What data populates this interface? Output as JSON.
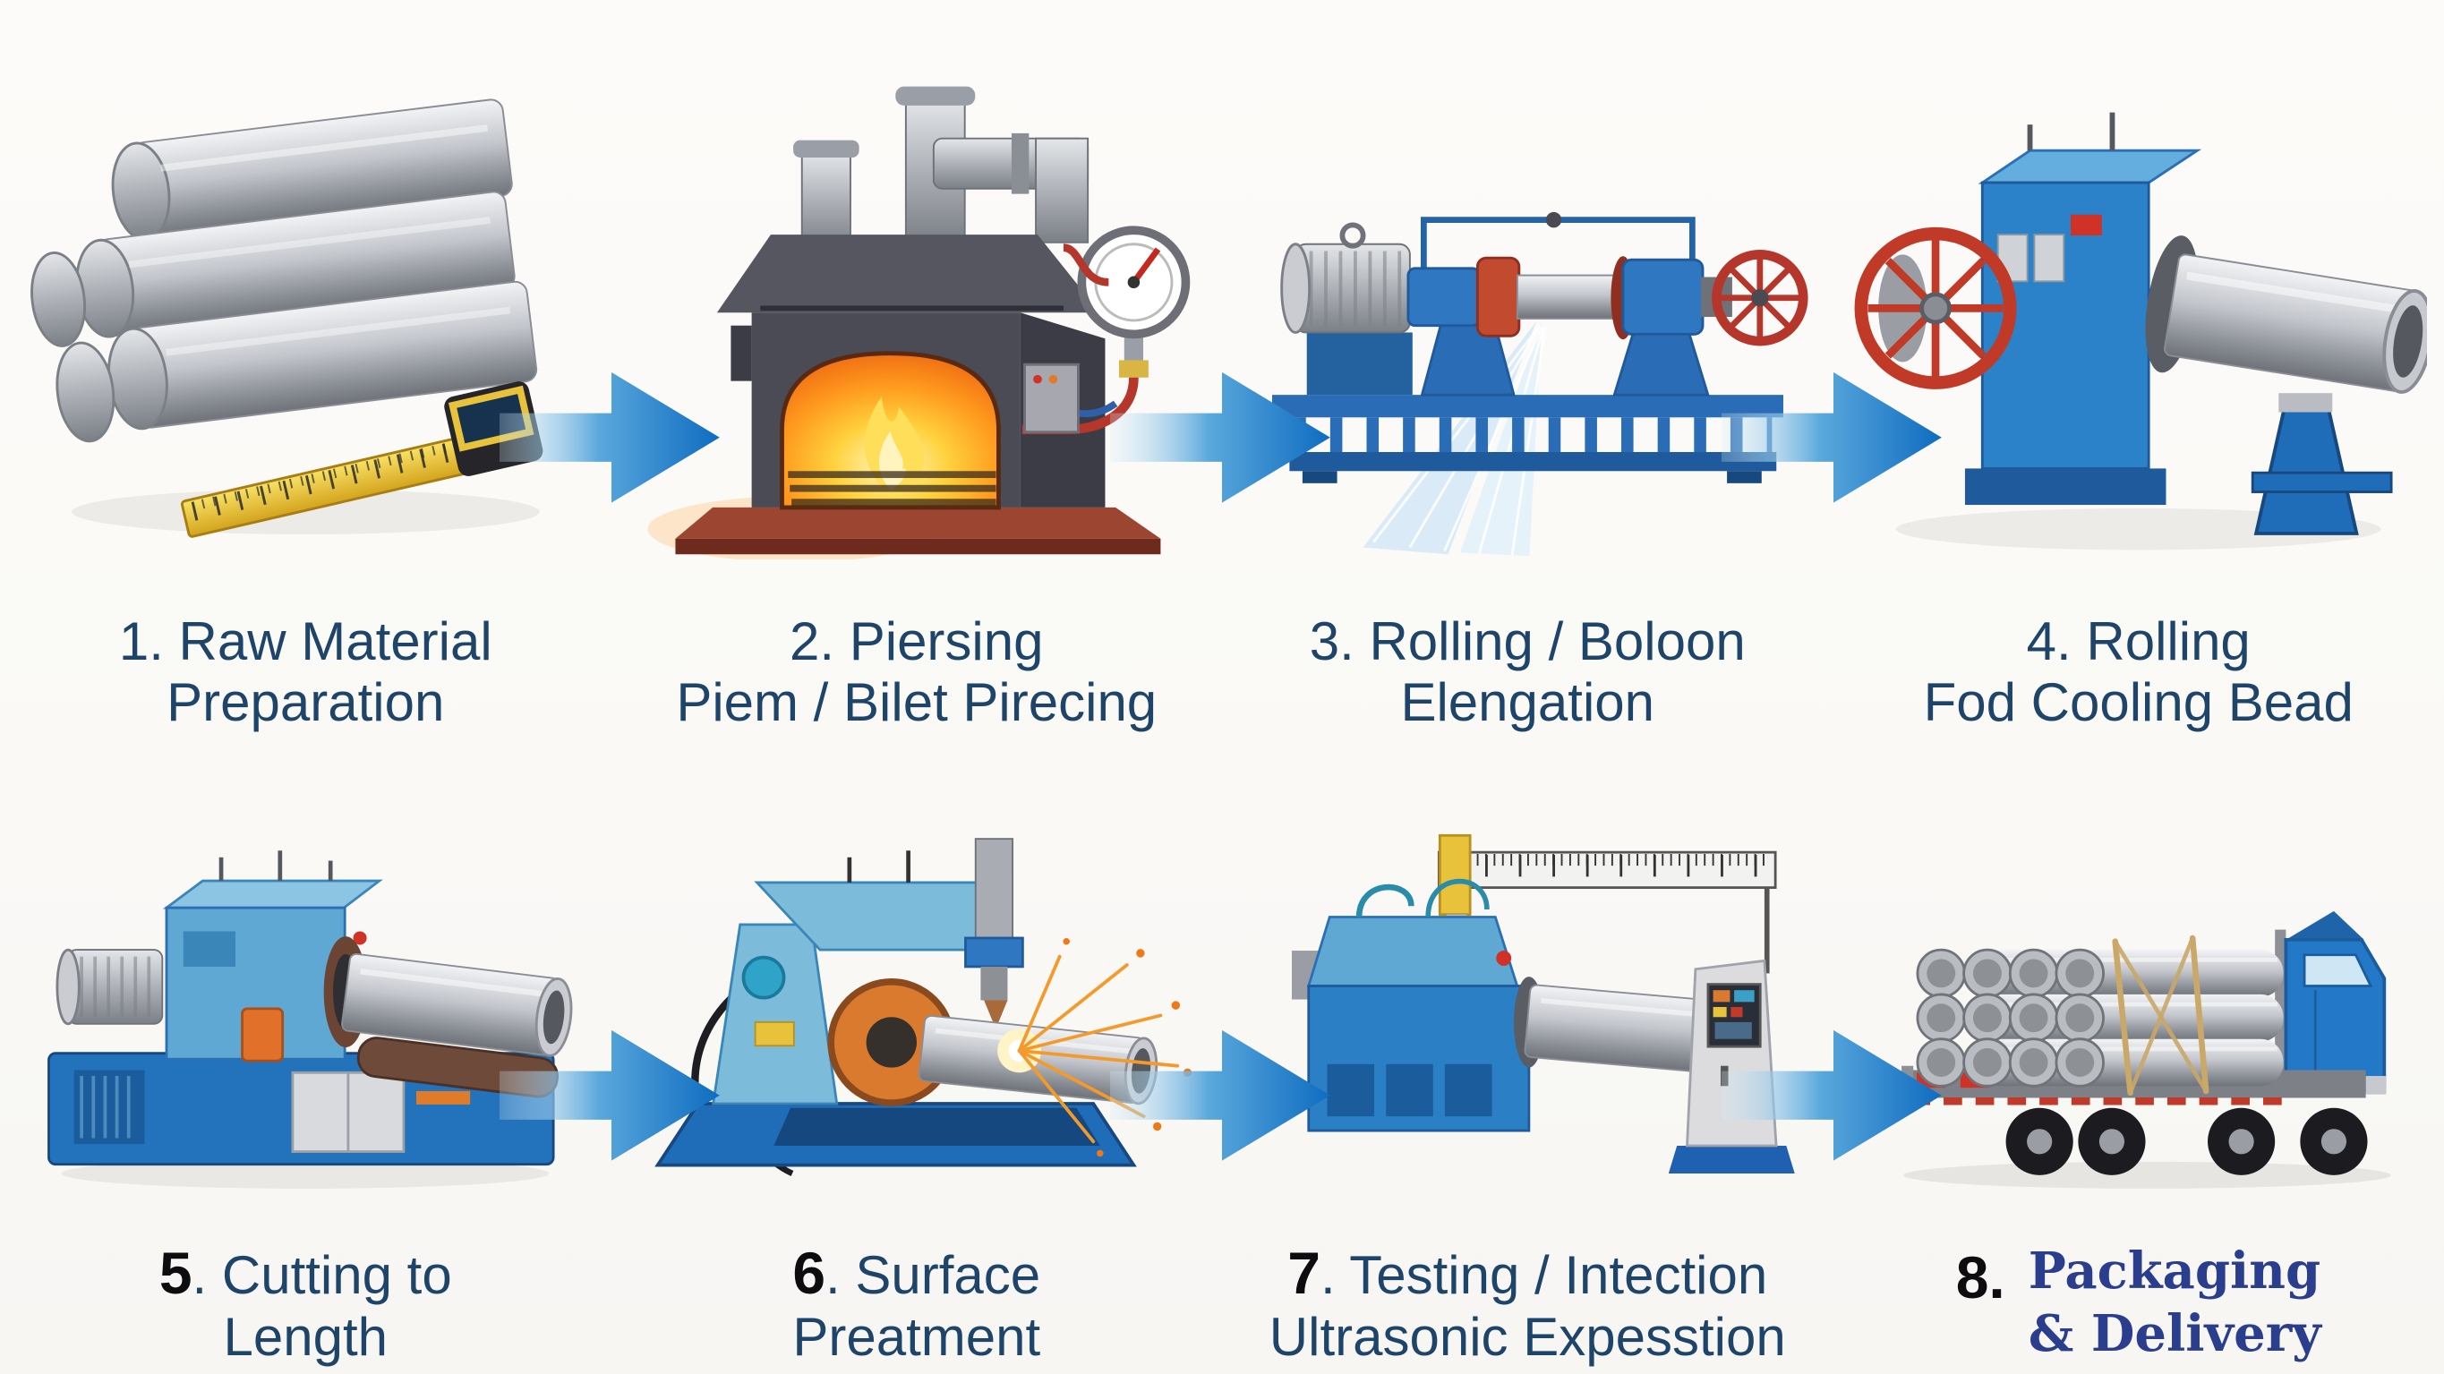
{
  "page": {
    "title": "Seamless pipe manufacturing process infographic",
    "background": "#fbfaf8"
  },
  "colors": {
    "caption_navy": "#1e4569",
    "number_black": "#0d0d0f",
    "packaging_blue": "#2b3e8e",
    "arrow_blue": "#0f6cc0",
    "machine_blue": "#2b7fc4",
    "machine_light_blue": "#6fb4dc",
    "steel_gray": "#b9bdc2",
    "fire_orange": "#ff9a1e",
    "accent_red": "#c0392b",
    "tape_yellow": "#e8c23a"
  },
  "steps": [
    {
      "number": "1.",
      "line1": " Raw Material",
      "line2": "Preparation",
      "illustration": "steel-billets-with-tape-measure"
    },
    {
      "number": "2.",
      "line1": " Piersing",
      "line2": "Piem / Bilet Pirecing",
      "illustration": "heating-furnace-with-fire-and-pressure-gauge"
    },
    {
      "number": "3.",
      "line1": " Rolling / Boloon",
      "line2": "Elengation",
      "illustration": "elongation-rolling-machine-with-water-spray"
    },
    {
      "number": "4.",
      "line1": " Rolling",
      "line2": "Fod Cooling Bead",
      "illustration": "rolling-mill-with-pipe-on-trestle"
    },
    {
      "number": "5",
      "line1": ". Cutting to",
      "line2": "Length",
      "illustration": "pipe-cutting-machine"
    },
    {
      "number": "6",
      "line1": ". Surface",
      "line2": "Preatment",
      "illustration": "surface-treatment-machine-with-sparks"
    },
    {
      "number": "7",
      "line1": ". Testing / Intection",
      "line2": "Ultrasonic Expesstion",
      "illustration": "testing-station-with-ruler-and-control-kiosk"
    },
    {
      "number": "8.",
      "line1": "Packaging",
      "line2": "& Delivery",
      "illustration": "flatbed-truck-loaded-with-pipes"
    }
  ]
}
